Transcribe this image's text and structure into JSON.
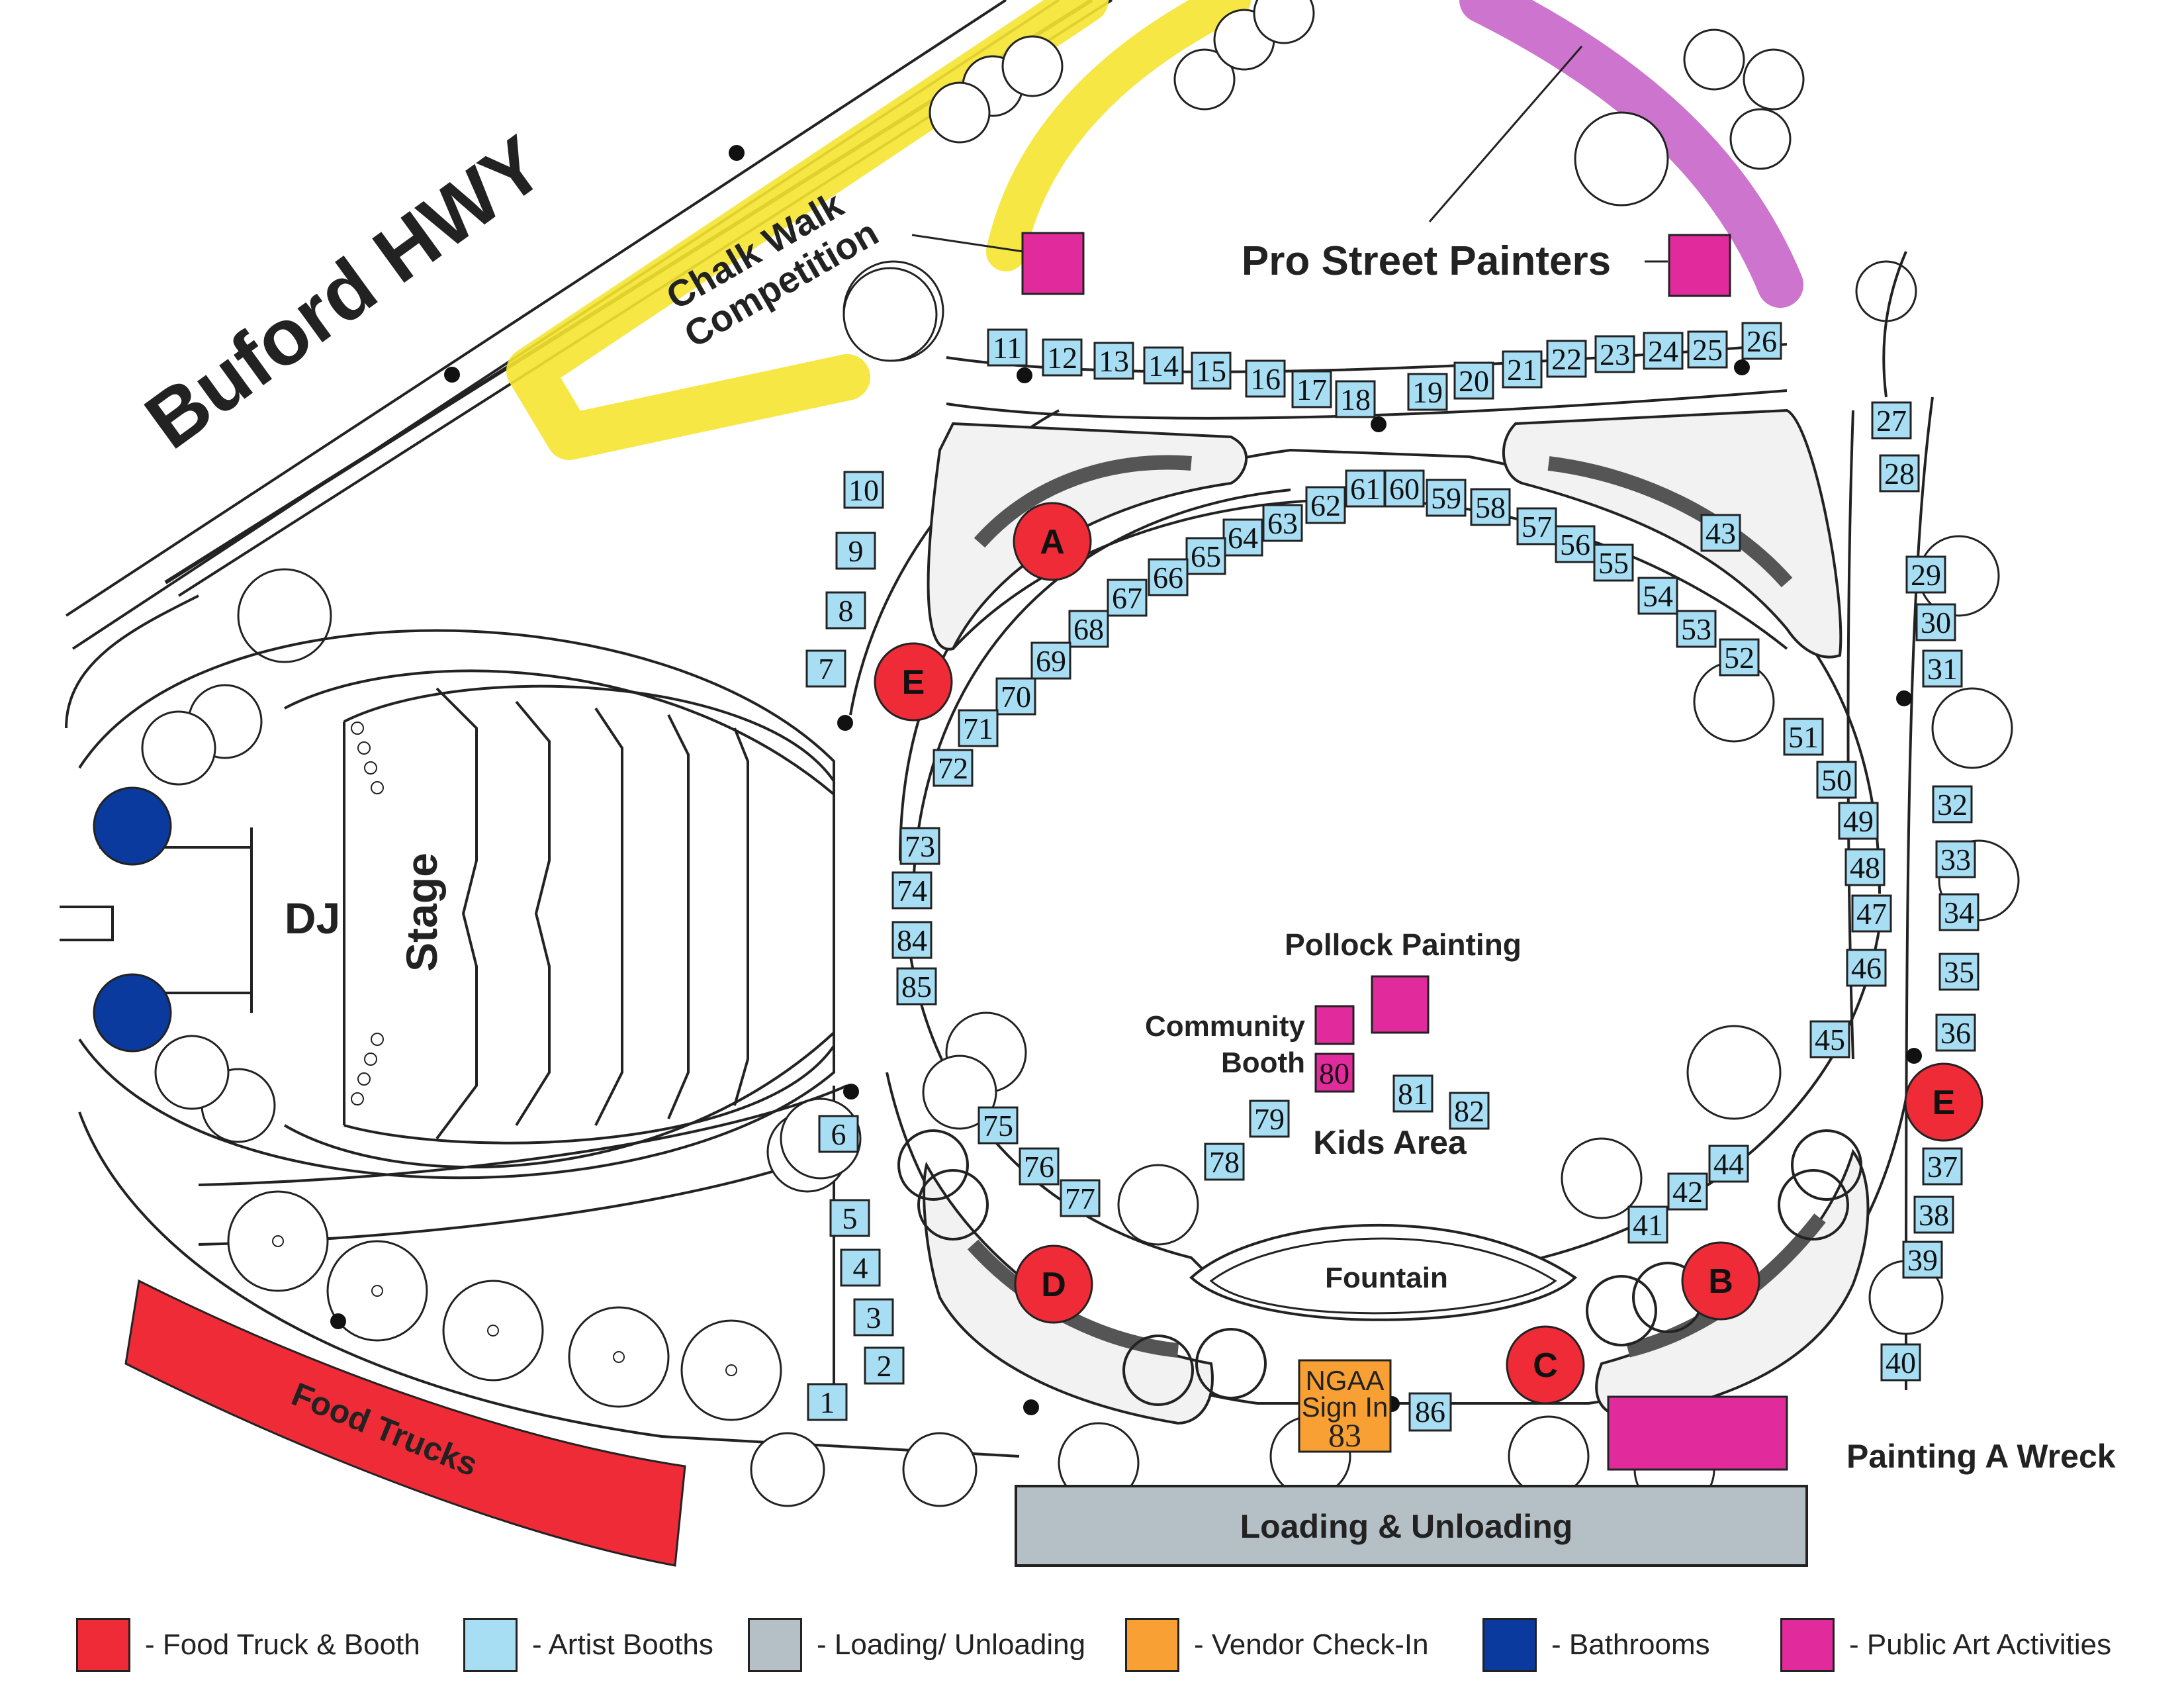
{
  "colors": {
    "food_truck": "#ef2b37",
    "artist": "#a8def4",
    "loading": "#b4c0c6",
    "vendor": "#f8a033",
    "bathroom": "#0a3a9e",
    "public_art": "#e12b9c",
    "chalk_highlight": "#f5e431",
    "pro_painters_highlight": "#c865c9"
  },
  "labels": {
    "road": "Buford HWY",
    "chalk_walk_line1": "Chalk Walk",
    "chalk_walk_line2": "Competition",
    "pro_street": "Pro Street Painters",
    "dj": "DJ",
    "stage": "Stage",
    "pollock": "Pollock Painting",
    "community_line1": "Community",
    "community_line2": "Booth",
    "kids": "Kids Area",
    "fountain": "Fountain",
    "ngaa_line1": "NGAA",
    "ngaa_line2": "Sign In",
    "ngaa_number": "83",
    "painting_wreck": "Painting A Wreck",
    "loading": "Loading & Unloading",
    "food_trucks": "Food Trucks",
    "booth_80": "80",
    "booth_86": "86"
  },
  "food_booths": [
    "A",
    "B",
    "C",
    "D",
    "E",
    "E"
  ],
  "artist_booths": [
    "1",
    "2",
    "3",
    "4",
    "5",
    "6",
    "7",
    "8",
    "9",
    "10",
    "11",
    "12",
    "13",
    "14",
    "15",
    "16",
    "17",
    "18",
    "19",
    "20",
    "21",
    "22",
    "23",
    "24",
    "25",
    "26",
    "27",
    "28",
    "29",
    "30",
    "31",
    "32",
    "33",
    "34",
    "35",
    "36",
    "37",
    "38",
    "39",
    "40",
    "41",
    "42",
    "43",
    "44",
    "45",
    "46",
    "47",
    "48",
    "49",
    "50",
    "51",
    "52",
    "53",
    "54",
    "55",
    "56",
    "57",
    "58",
    "59",
    "60",
    "61",
    "62",
    "63",
    "64",
    "65",
    "66",
    "67",
    "68",
    "69",
    "70",
    "71",
    "72",
    "73",
    "74",
    "75",
    "76",
    "77",
    "78",
    "79",
    "81",
    "82",
    "84",
    "85"
  ],
  "legend": [
    {
      "label": "- Food Truck & Booth",
      "color_key": "food_truck"
    },
    {
      "label": "- Artist Booths",
      "color_key": "artist"
    },
    {
      "label": "- Loading/ Unloading",
      "color_key": "loading"
    },
    {
      "label": "- Vendor Check-In",
      "color_key": "vendor"
    },
    {
      "label": "- Bathrooms",
      "color_key": "bathroom"
    },
    {
      "label": "- Public Art Activities",
      "color_key": "public_art"
    }
  ]
}
